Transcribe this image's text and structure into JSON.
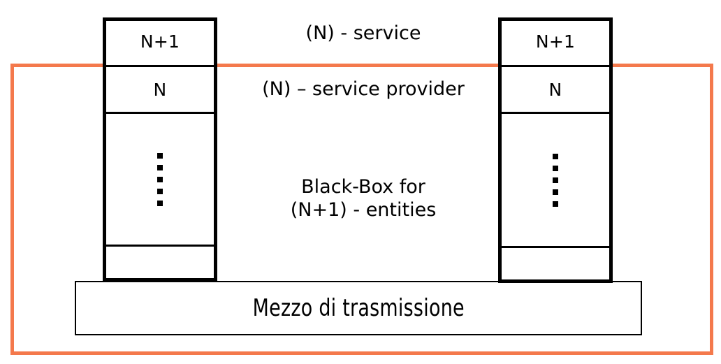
{
  "diagram": {
    "title": "OSI (N)-layer service / black-box diagram",
    "colors": {
      "accent_orange": "#f4794c",
      "stroke_black": "#000000",
      "background": "#ffffff"
    },
    "scope_rect": {
      "name": "black-box-scope-rectangle",
      "stroke": "#f4794c"
    },
    "stacks": [
      {
        "id": "left",
        "name": "left-protocol-stack",
        "cells": [
          {
            "label": "N+1",
            "kind": "layer"
          },
          {
            "label": "N",
            "kind": "layer"
          },
          {
            "label": "",
            "kind": "ellipsis",
            "dot_count": 5
          },
          {
            "label": "",
            "kind": "layer"
          }
        ]
      },
      {
        "id": "right",
        "name": "right-protocol-stack",
        "cells": [
          {
            "label": "N+1",
            "kind": "layer"
          },
          {
            "label": "N",
            "kind": "layer"
          },
          {
            "label": "",
            "kind": "ellipsis",
            "dot_count": 5
          },
          {
            "label": "",
            "kind": "layer"
          }
        ]
      }
    ],
    "center_labels": {
      "service": "(N) - service",
      "service_provider": "(N) – service provider",
      "black_box": "Black-Box for\n(N+1) - entities"
    },
    "medium": {
      "label": "Mezzo di trasmissione"
    }
  }
}
